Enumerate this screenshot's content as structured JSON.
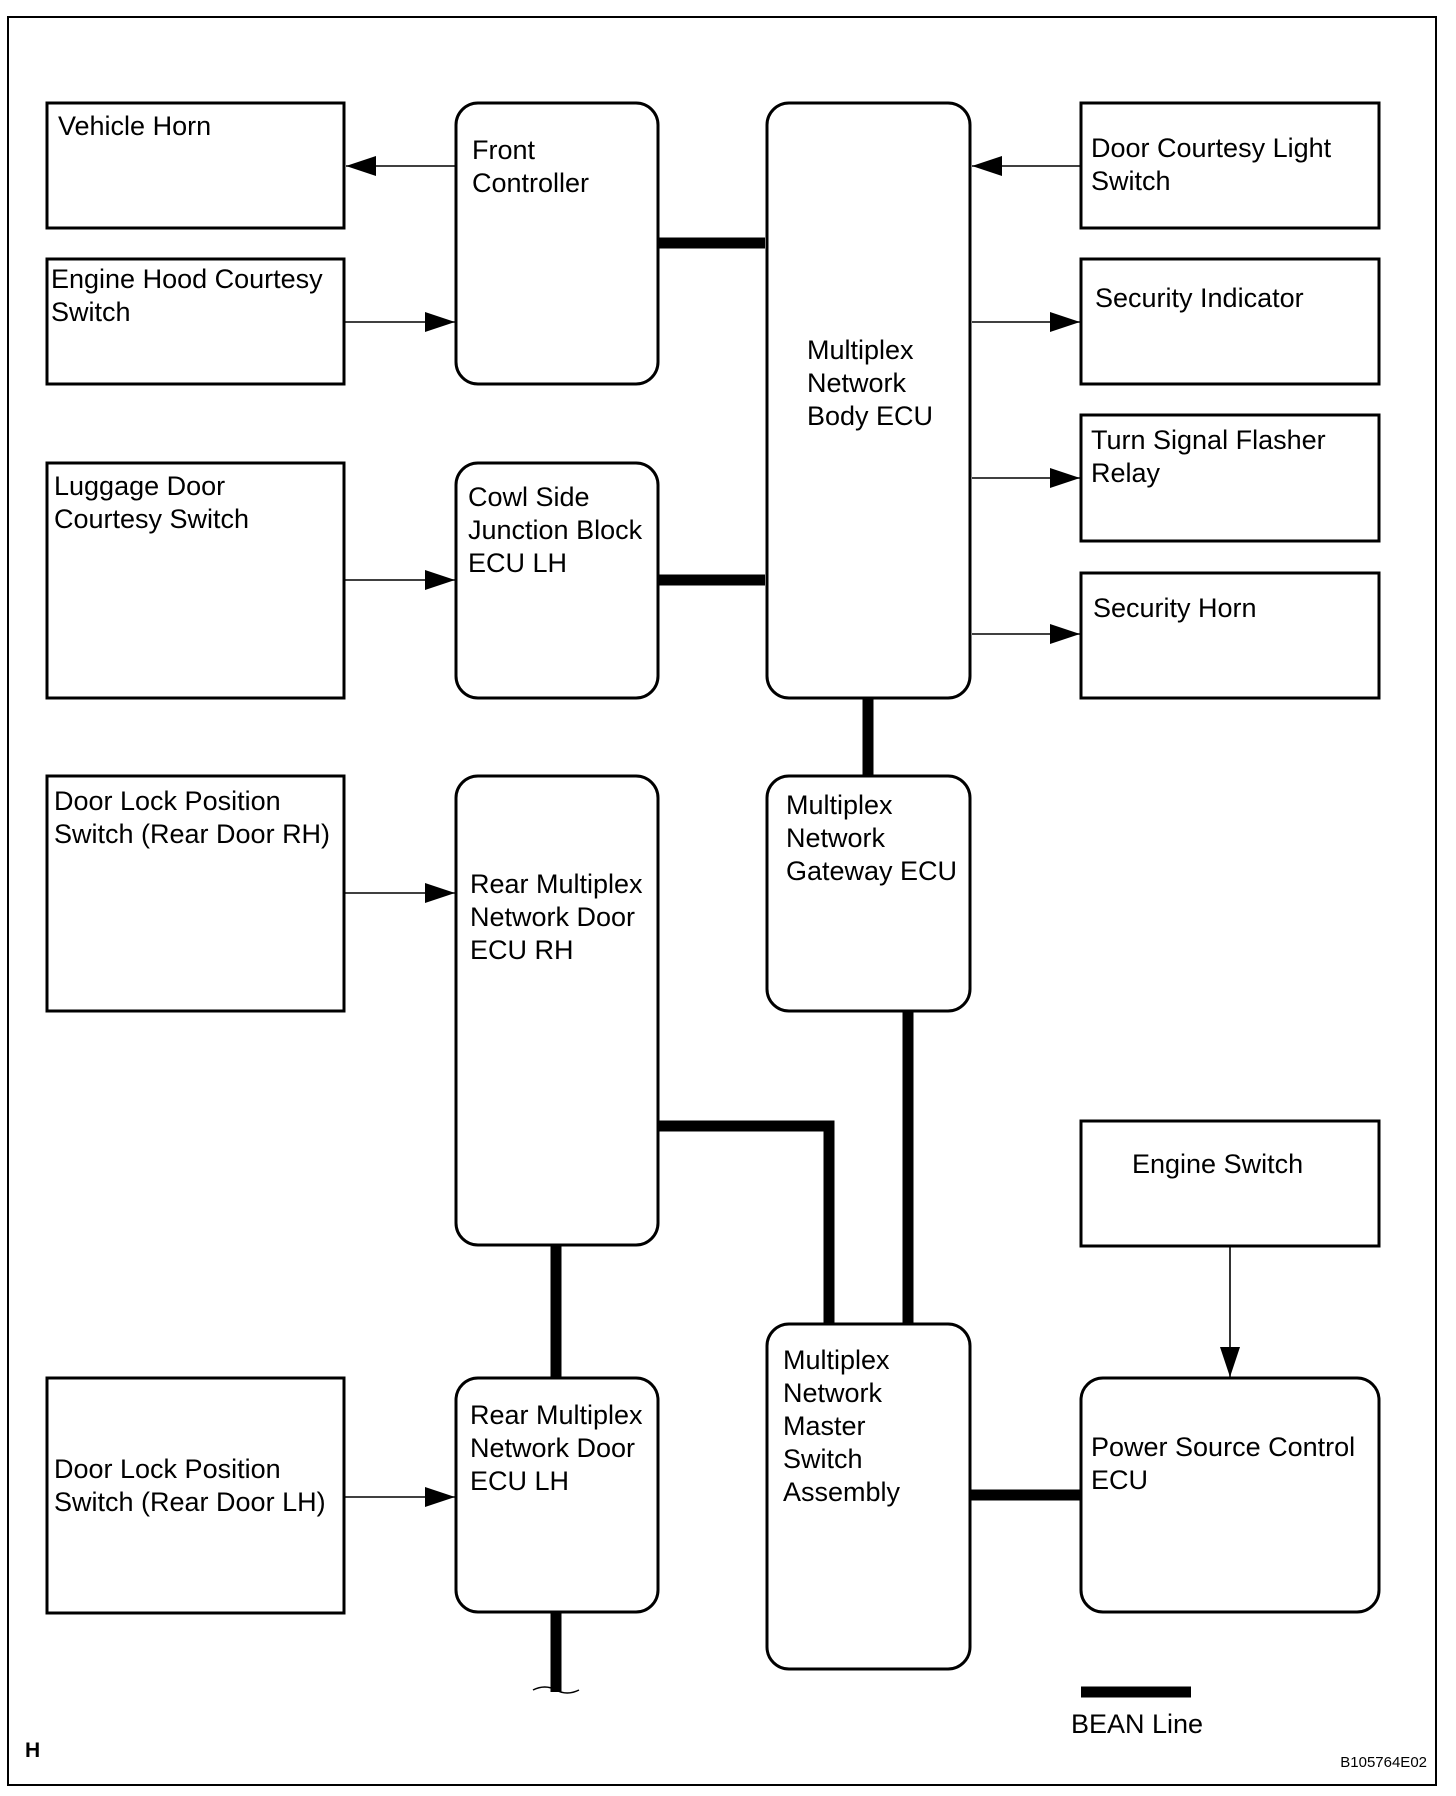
{
  "diagram": {
    "blocks": {
      "vehicle_horn": [
        "Vehicle Horn"
      ],
      "engine_hood_switch": [
        "Engine Hood Courtesy",
        "Switch"
      ],
      "luggage_door_switch": [
        "Luggage Door",
        "Courtesy Switch"
      ],
      "door_lock_rear_rh": [
        "Door Lock Position",
        "Switch (Rear Door RH)"
      ],
      "door_lock_rear_lh": [
        "Door Lock Position",
        "Switch (Rear Door LH)"
      ],
      "front_controller": [
        "Front",
        "Controller"
      ],
      "cowl_side_jb": [
        "Cowl Side",
        "Junction Block",
        "ECU LH"
      ],
      "rear_door_ecu_rh": [
        "Rear Multiplex",
        "Network Door",
        "ECU RH"
      ],
      "rear_door_ecu_lh": [
        "Rear Multiplex",
        "Network Door",
        "ECU LH"
      ],
      "body_ecu": [
        "Multiplex",
        "Network",
        "Body ECU"
      ],
      "gateway_ecu": [
        "Multiplex",
        "Network",
        "Gateway ECU"
      ],
      "master_switch": [
        "Multiplex",
        "Network",
        "Master",
        "Switch",
        "Assembly"
      ],
      "door_courtesy_switch": [
        "Door Courtesy Light",
        "Switch"
      ],
      "security_indicator": [
        "Security Indicator"
      ],
      "turn_signal_relay": [
        "Turn Signal Flasher",
        "Relay"
      ],
      "security_horn": [
        "Security Horn"
      ],
      "engine_switch": [
        "Engine Switch"
      ],
      "power_source_ecu": [
        "Power Source Control",
        "ECU"
      ]
    },
    "legend_label": "BEAN Line",
    "corner_letter": "H",
    "figure_id": "B105764E02"
  }
}
